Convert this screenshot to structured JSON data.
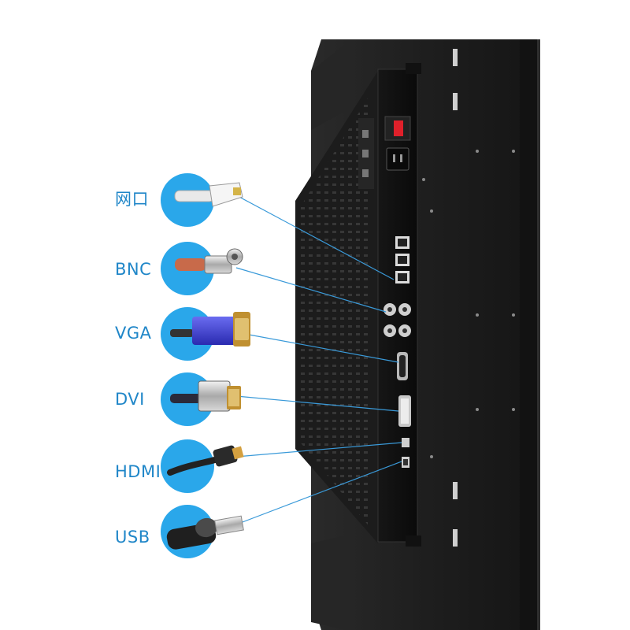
{
  "ports": [
    {
      "key": "lan",
      "label": "网口",
      "connector": "rj45-cable-icon"
    },
    {
      "key": "bnc",
      "label": "BNC",
      "connector": "bnc-cable-icon"
    },
    {
      "key": "vga",
      "label": "VGA",
      "connector": "vga-cable-icon"
    },
    {
      "key": "dvi",
      "label": "DVI",
      "connector": "dvi-cable-icon"
    },
    {
      "key": "hdmi",
      "label": "HDMI",
      "connector": "hdmi-cable-icon"
    },
    {
      "key": "usb",
      "label": "USB",
      "connector": "usb-stick-icon"
    }
  ],
  "colors": {
    "label": "#1f86c8",
    "bubble": "#2aa7ea",
    "leader_line": "#3a9ad9",
    "chassis": "#1b1b1b",
    "io_plate": "#0d0d0d",
    "power_switch": "#e0202a"
  }
}
